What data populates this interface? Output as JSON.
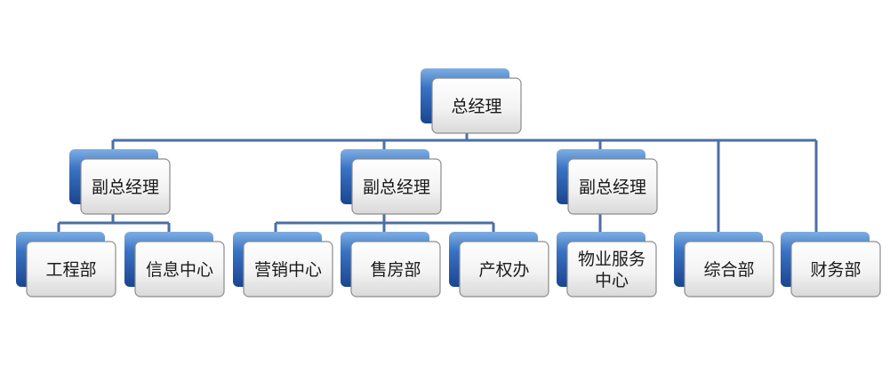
{
  "colors": {
    "connector": "#4a6fa5",
    "back_card_light": "#6fa0d8",
    "back_card_dark": "#1f4f9a",
    "front_card_top": "#ffffff",
    "front_card_bottom": "#dedede",
    "front_card_border": "#8c8c8c",
    "text": "#1a1a1a"
  },
  "org": {
    "root": {
      "label": "总经理"
    },
    "deputies": [
      {
        "label": "副总经理"
      },
      {
        "label": "副总经理"
      },
      {
        "label": "副总经理"
      }
    ],
    "departments": [
      {
        "label": "工程部"
      },
      {
        "label": "信息中心"
      },
      {
        "label": "营销中心"
      },
      {
        "label": "售房部"
      },
      {
        "label": "产权办"
      },
      {
        "label": "物业服务中心",
        "lines": [
          "物业服务",
          "中心"
        ]
      },
      {
        "label": "综合部"
      },
      {
        "label": "财务部"
      }
    ]
  }
}
